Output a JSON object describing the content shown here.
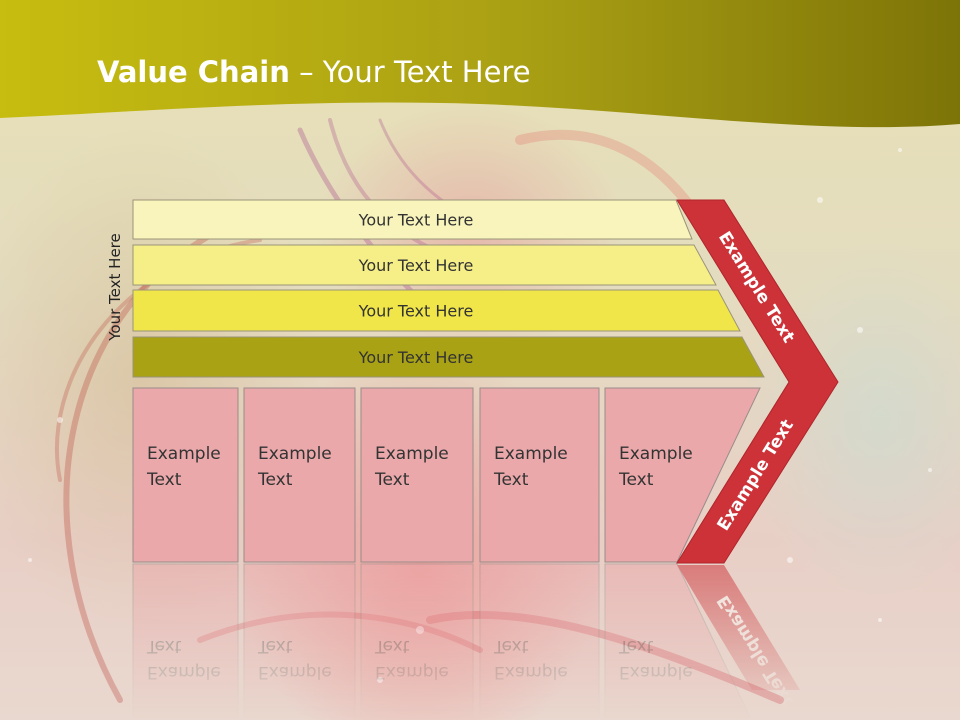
{
  "slide": {
    "title_bold": "Value Chain",
    "title_rest": " – Your Text Here",
    "side_label": "Your Text Here"
  },
  "bands": [
    {
      "label": "Your Text Here",
      "color": "#f8f4bc"
    },
    {
      "label": "Your Text Here",
      "color": "#f6ef88"
    },
    {
      "label": "Your Text Here",
      "color": "#f0e64a"
    },
    {
      "label": "Your Text Here",
      "color": "#a8a214"
    }
  ],
  "columns": [
    {
      "line1": "Example",
      "line2": "Text"
    },
    {
      "line1": "Example",
      "line2": "Text"
    },
    {
      "line1": "Example",
      "line2": "Text"
    },
    {
      "line1": "Example",
      "line2": "Text"
    },
    {
      "line1": "Example",
      "line2": "Text"
    }
  ],
  "chevron": {
    "upper_text": "Example Text",
    "lower_text": "Example Text",
    "color": "#cc3238"
  },
  "colors": {
    "header": "#b7ae10",
    "column_fill": "#eaa8aa"
  }
}
